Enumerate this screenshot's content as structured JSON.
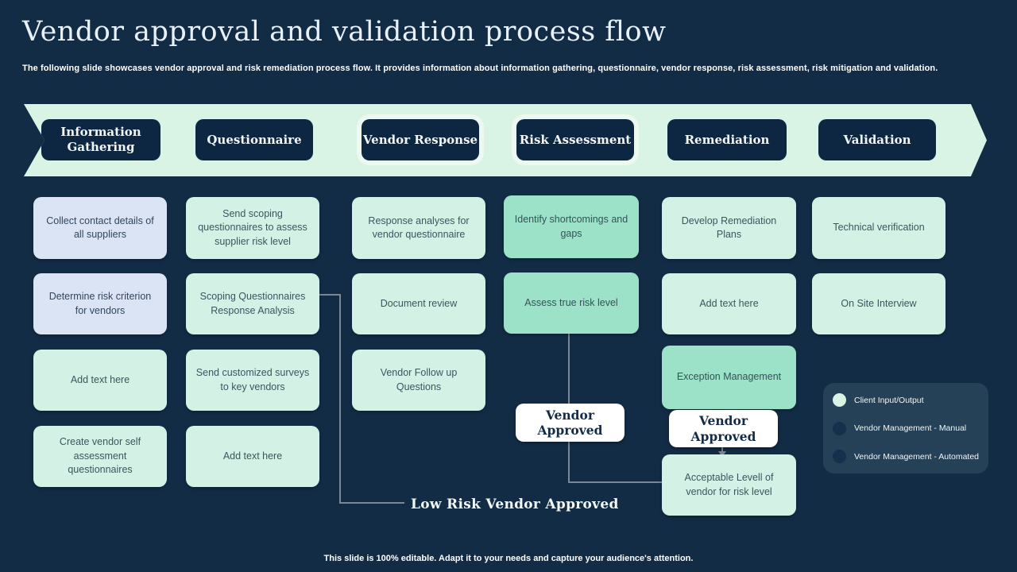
{
  "title": "Vendor approval and validation process flow",
  "subtitle": "The following slide showcases vendor approval and risk remediation process flow. It provides information about information gathering, questionnaire, vendor response, risk assessment, risk mitigation and validation.",
  "footer": "This slide is 100% editable. Adapt it to your needs and capture your audience's attention.",
  "stages": [
    {
      "label": "Information Gathering",
      "highlighted": false
    },
    {
      "label": "Questionnaire",
      "highlighted": false
    },
    {
      "label": "Vendor Response",
      "highlighted": true
    },
    {
      "label": "Risk Assessment",
      "highlighted": true
    },
    {
      "label": "Remediation",
      "highlighted": false
    },
    {
      "label": "Validation",
      "highlighted": false
    }
  ],
  "boxes": [
    {
      "stage": "Information Gathering",
      "row": 1,
      "type": "client-input-output",
      "text": "Collect contact details of all suppliers"
    },
    {
      "stage": "Information Gathering",
      "row": 2,
      "type": "client-input-output",
      "text": "Determine risk criterion for vendors"
    },
    {
      "stage": "Information Gathering",
      "row": 3,
      "type": "manual",
      "text": "Add text here"
    },
    {
      "stage": "Information Gathering",
      "row": 4,
      "type": "manual",
      "text": "Create vendor self assessment questionnaires"
    },
    {
      "stage": "Questionnaire",
      "row": 1,
      "type": "manual",
      "text": "Send scoping questionnaires to assess supplier risk level"
    },
    {
      "stage": "Questionnaire",
      "row": 2,
      "type": "manual",
      "text": "Scoping Questionnaires Response Analysis"
    },
    {
      "stage": "Questionnaire",
      "row": 3,
      "type": "manual",
      "text": "Send customized surveys to key vendors"
    },
    {
      "stage": "Questionnaire",
      "row": 4,
      "type": "manual",
      "text": "Add text here"
    },
    {
      "stage": "Vendor Response",
      "row": 1,
      "type": "manual",
      "text": "Response analyses for vendor questionnaire"
    },
    {
      "stage": "Vendor Response",
      "row": 2,
      "type": "manual",
      "text": "Document review"
    },
    {
      "stage": "Vendor Response",
      "row": 3,
      "type": "manual",
      "text": "Vendor Follow up Questions"
    },
    {
      "stage": "Risk Assessment",
      "row": 1,
      "type": "automated",
      "text": "Identify shortcomings and gaps"
    },
    {
      "stage": "Risk Assessment",
      "row": 2,
      "type": "automated",
      "text": "Assess true risk level"
    },
    {
      "stage": "Remediation",
      "row": 1,
      "type": "manual",
      "text": "Develop Remediation Plans"
    },
    {
      "stage": "Remediation",
      "row": 2,
      "type": "manual",
      "text": "Add text here"
    },
    {
      "stage": "Remediation",
      "row": 3,
      "type": "automated",
      "text": "Exception Management"
    },
    {
      "stage": "Remediation",
      "row": 4,
      "type": "manual",
      "text": "Acceptable Levell of vendor for risk level"
    },
    {
      "stage": "Validation",
      "row": 1,
      "type": "manual",
      "text": "Technical verification"
    },
    {
      "stage": "Validation",
      "row": 2,
      "type": "manual",
      "text": "On Site Interview"
    }
  ],
  "approved": [
    {
      "label": "Vendor Approved"
    },
    {
      "label": "Vendor Approved"
    }
  ],
  "low_risk_label": "Low Risk Vendor Approved",
  "legend": {
    "items": [
      {
        "label": "Client Input/Output",
        "swatch": "#d9f3e4"
      },
      {
        "label": "Vendor Management - Manual",
        "swatch": "#13304c"
      },
      {
        "label": "Vendor Management - Automated",
        "swatch": "#13304c"
      }
    ]
  },
  "colors": {
    "background": "#132c46",
    "band": "#d9f3e4",
    "stage_pill": "#0d2743",
    "mint_box": "#d3f1e4",
    "green_box": "#9be2c8",
    "lavender_box": "#dbe4f5",
    "white_box": "#ffffff",
    "connector": "#7b8794",
    "title_text": "#e9f1f8"
  }
}
